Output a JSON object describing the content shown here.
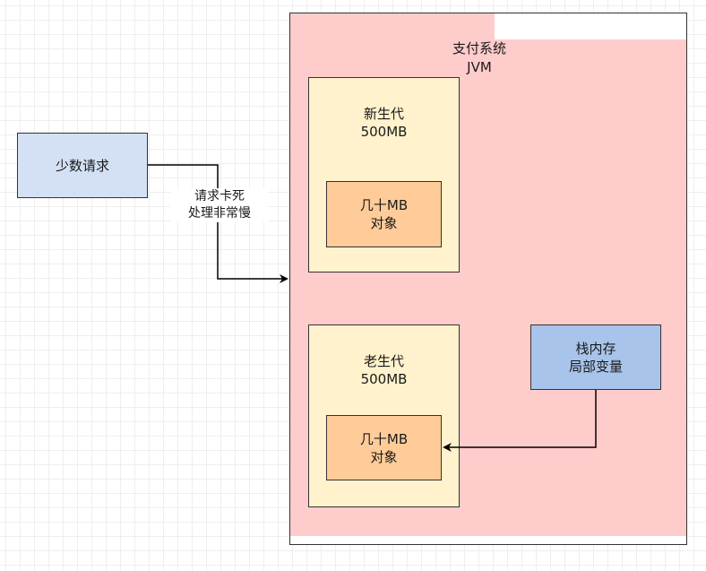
{
  "diagram": {
    "jvm": {
      "title": "支付系统\nJVM",
      "fill": "#ffcccc"
    },
    "client": {
      "label": "少数请求",
      "fill": "#d4e1f5"
    },
    "edge_label": "请求卡死\n处理非常慢",
    "young_gen": {
      "label": "新生代\n500MB",
      "fill": "#fff2cc",
      "object": "几十MB\n对象"
    },
    "old_gen": {
      "label": "老生代\n500MB",
      "fill": "#fff2cc",
      "object": "几十MB\n对象"
    },
    "stack": {
      "label": "栈内存\n局部变量",
      "fill": "#a9c4eb"
    },
    "object_fill": "#ffcc99"
  }
}
